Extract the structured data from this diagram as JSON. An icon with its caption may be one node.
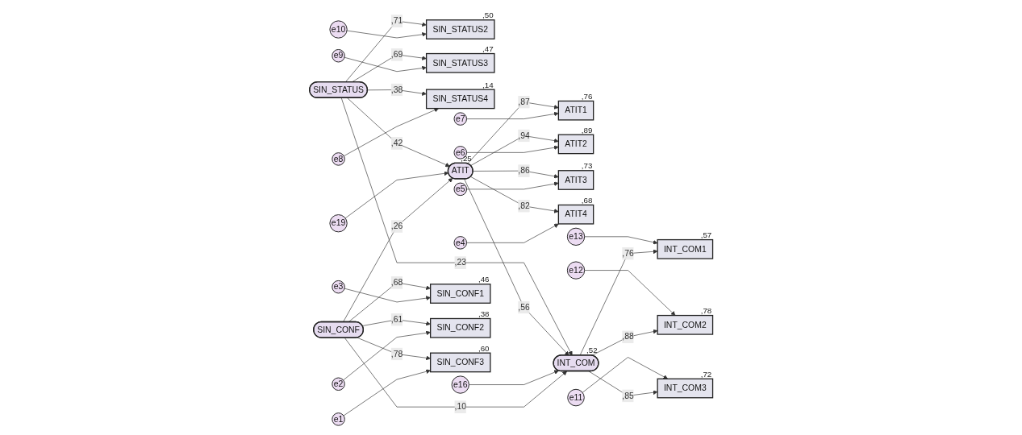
{
  "diagram": {
    "nodes": [
      {
        "text": [
          "e3"
        ]
      },
      {
        "text": [
          "SIN_CONF1"
        ],
        "beside": [
          ",46"
        ]
      },
      {
        "text": [
          "e2"
        ]
      },
      {
        "text": [
          "SIN_CONF2"
        ],
        "beside": [
          ",38"
        ]
      },
      {
        "text": [
          "e1"
        ]
      },
      {
        "text": [
          "SIN_CONF3"
        ],
        "beside": [
          ",60"
        ]
      },
      {
        "text": [
          "SIN_CONF"
        ]
      },
      {
        "text": [
          "e16"
        ]
      },
      {
        "text": [
          "e19"
        ]
      },
      {
        "text": [
          "ATIT"
        ],
        "beside": [
          ",25"
        ]
      },
      {
        "text": [
          "INT_COM"
        ],
        "beside": [
          ",52"
        ]
      },
      {
        "text": [
          "e7"
        ]
      },
      {
        "text": [
          "ATIT1"
        ],
        "beside": [
          ",76"
        ]
      },
      {
        "text": [
          "e6"
        ]
      },
      {
        "text": [
          "ATIT2"
        ],
        "beside": [
          ",89"
        ]
      },
      {
        "text": [
          "e5"
        ]
      },
      {
        "text": [
          "ATIT3"
        ],
        "beside": [
          ",73"
        ]
      },
      {
        "text": [
          "e4"
        ]
      },
      {
        "text": [
          "ATIT4"
        ],
        "beside": [
          ",68"
        ]
      },
      {
        "text": [
          "INT_COM1"
        ],
        "beside": [
          ",57"
        ]
      },
      {
        "text": [
          "e13"
        ]
      },
      {
        "text": [
          "INT_COM2"
        ],
        "beside": [
          ",78"
        ]
      },
      {
        "text": [
          "e12"
        ]
      },
      {
        "text": [
          "INT_COM3"
        ],
        "beside": [
          ",72"
        ]
      },
      {
        "text": [
          "e11"
        ]
      },
      {
        "text": [
          "e10"
        ]
      },
      {
        "text": [
          "SIN_STATUS2"
        ],
        "beside": [
          ",50"
        ]
      },
      {
        "text": [
          "e9"
        ]
      },
      {
        "text": [
          "SIN_STATUS3"
        ],
        "beside": [
          ",47"
        ]
      },
      {
        "text": [
          "e8"
        ]
      },
      {
        "text": [
          "SIN_STATUS4"
        ],
        "beside": [
          ",14"
        ]
      },
      {
        "text": [
          "SIN_STATUS"
        ]
      }
    ],
    "edges": [
      {
        "from": 0,
        "to": 1,
        "arrow": "to"
      },
      {
        "from": 2,
        "to": 3,
        "arrow": "to"
      },
      {
        "from": 4,
        "to": 5,
        "arrow": "to"
      },
      {
        "from": 6,
        "to": 1,
        "arrow": "to",
        "label": ",68"
      },
      {
        "from": 6,
        "to": 3,
        "arrow": "to",
        "label": ",61"
      },
      {
        "from": 6,
        "to": 5,
        "arrow": "to",
        "label": ",78"
      },
      {
        "from": 6,
        "to": 9,
        "arrow": "to",
        "label": ",26"
      },
      {
        "from": 6,
        "to": 10,
        "arrow": "to",
        "label": ",10"
      },
      {
        "from": 7,
        "to": 10,
        "arrow": "to"
      },
      {
        "from": 8,
        "to": 9,
        "arrow": "to"
      },
      {
        "from": 9,
        "to": 10,
        "arrow": "to",
        "label": ",56"
      },
      {
        "from": 11,
        "to": 12,
        "arrow": "to"
      },
      {
        "from": 13,
        "to": 14,
        "arrow": "to"
      },
      {
        "from": 15,
        "to": 16,
        "arrow": "to"
      },
      {
        "from": 17,
        "to": 18,
        "arrow": "to"
      },
      {
        "from": 9,
        "to": 12,
        "arrow": "to",
        "label": ",87"
      },
      {
        "from": 9,
        "to": 14,
        "arrow": "to",
        "label": ",94"
      },
      {
        "from": 9,
        "to": 16,
        "arrow": "to",
        "label": ",86"
      },
      {
        "from": 9,
        "to": 18,
        "arrow": "to",
        "label": ",82"
      },
      {
        "from": 10,
        "to": 19,
        "arrow": "to",
        "label": ",76"
      },
      {
        "from": 10,
        "to": 21,
        "arrow": "to",
        "label": ",88"
      },
      {
        "from": 10,
        "to": 23,
        "arrow": "to",
        "label": ",85"
      },
      {
        "from": 20,
        "to": 19,
        "arrow": "to"
      },
      {
        "from": 22,
        "to": 21,
        "arrow": "to"
      },
      {
        "from": 24,
        "to": 23,
        "arrow": "to"
      },
      {
        "from": 25,
        "to": 26,
        "arrow": "to"
      },
      {
        "from": 27,
        "to": 28,
        "arrow": "to"
      },
      {
        "from": 29,
        "to": 30,
        "arrow": "to"
      },
      {
        "from": 31,
        "to": 26,
        "arrow": "to",
        "label": ",71"
      },
      {
        "from": 31,
        "to": 28,
        "arrow": "to",
        "label": ",69"
      },
      {
        "from": 31,
        "to": 30,
        "arrow": "to",
        "label": ",38"
      },
      {
        "from": 31,
        "to": 9,
        "arrow": "to",
        "label": ",42"
      },
      {
        "from": 31,
        "to": 10,
        "arrow": "to",
        "label": ",23"
      }
    ]
  }
}
